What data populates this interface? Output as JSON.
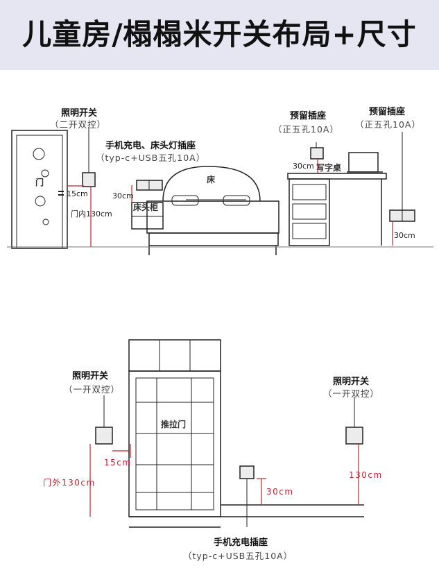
{
  "title": "儿童房/榻榻米开关布局+尺寸",
  "top": {
    "switch1": {
      "name": "照明开关",
      "spec": "（二开双控）"
    },
    "socket_bed": {
      "name": "手机充电、床头灯插座",
      "spec": "（typ-c+USB五孔10A）"
    },
    "socket_reserved1": {
      "name": "预留插座",
      "spec": "（正五孔10A）"
    },
    "socket_reserved2": {
      "name": "预留插座",
      "spec": "（正五孔10A）"
    },
    "door_label": "门",
    "bed_label": "床",
    "nightstand_label": "床头柜",
    "desk_label": "写字桌",
    "dims": {
      "door_gap": "15cm",
      "door_height": "门内130cm",
      "nightstand_socket": "30cm",
      "desk_socket": "30cm",
      "floor_socket": "30cm"
    }
  },
  "bottom": {
    "switch_left": {
      "name": "照明开关",
      "spec": "（一开双控）"
    },
    "switch_right": {
      "name": "照明开关",
      "spec": "（一开双控）"
    },
    "socket": {
      "name": "手机充电插座",
      "spec": "（typ-c+USB五孔10A）"
    },
    "wardrobe_label": "推拉门",
    "dims": {
      "gap": "15cm",
      "left_height": "门外130cm",
      "socket_height": "30cm",
      "right_height": "130cm"
    }
  },
  "colors": {
    "header_bg": "#e6e6f2",
    "dimension_red": "#c02030",
    "line": "#222222"
  }
}
